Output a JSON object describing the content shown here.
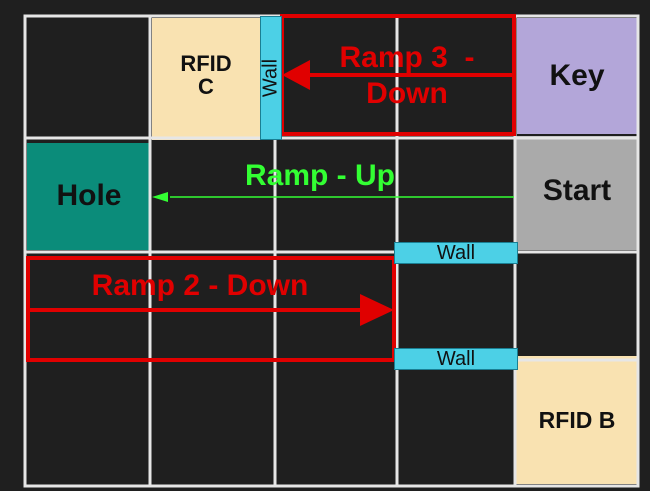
{
  "colors": {
    "background": "#1f1f1f",
    "grid_line": "#e6e6e6",
    "cell_dark": "#1f1f1f",
    "rfid": "#f9e2b1",
    "key": "#b3a6d9",
    "start": "#aaaaaa",
    "hole": "#0b8c7a",
    "wall": "#4cd0e6",
    "ramp_red": "#e00000",
    "ramp_green": "#33ff33"
  },
  "tiles": {
    "rfid_c": "RFID\nC",
    "rfid_b": "RFID B",
    "key": "Key",
    "start": "Start",
    "hole": "Hole"
  },
  "walls": {
    "vertical": "Wall",
    "upper": "Wall",
    "lower": "Wall"
  },
  "ramps": {
    "ramp3": "Ramp 3  -\nDown",
    "ramp_up": "Ramp - Up",
    "ramp2": "Ramp 2 - Down"
  }
}
